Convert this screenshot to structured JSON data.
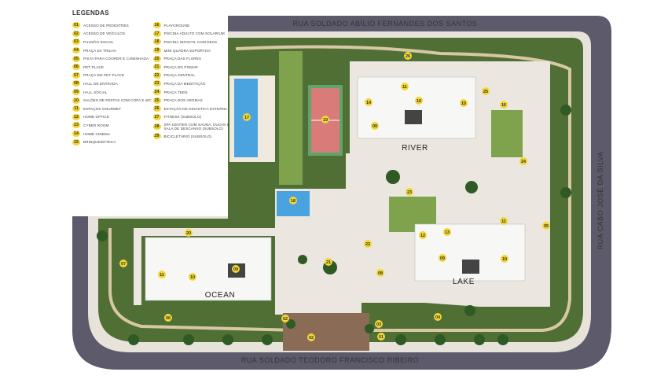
{
  "legend": {
    "title": "LEGENDAS",
    "left": [
      {
        "n": "01",
        "label": "ACESSO DE PEDESTRES"
      },
      {
        "n": "02",
        "label": "ACESSO DE VEÍCULOS"
      },
      {
        "n": "03",
        "label": "PULMÃO SOCIAL"
      },
      {
        "n": "04",
        "label": "PRAÇA DA TRILHA"
      },
      {
        "n": "05",
        "label": "PISTA PARA COOPER E CAMINHADA"
      },
      {
        "n": "06",
        "label": "PET PLACE"
      },
      {
        "n": "07",
        "label": "PRAÇA DO PET PLACE"
      },
      {
        "n": "08",
        "label": "HALL DE ENTRADA"
      },
      {
        "n": "09",
        "label": "HALL SOCIAL"
      },
      {
        "n": "10",
        "label": "SALÕES DE FESTAS COM COPA E WC"
      },
      {
        "n": "11",
        "label": "ESPAÇOS GOURMET"
      },
      {
        "n": "12",
        "label": "HOME OFFICE"
      },
      {
        "n": "13",
        "label": "CYBER ROOM"
      },
      {
        "n": "14",
        "label": "HOME CINEMA"
      },
      {
        "n": "15",
        "label": "BRINQUEDOTECA"
      }
    ],
    "right": [
      {
        "n": "16",
        "label": "PLAYGROUND"
      },
      {
        "n": "17",
        "label": "PISCINA ADULTO COM SOLARIUM"
      },
      {
        "n": "18",
        "label": "PISCINA INFANTIL COM DECK"
      },
      {
        "n": "19",
        "label": "MINI QUADRA ESPORTIVA"
      },
      {
        "n": "20",
        "label": "PRAÇA DAS FLORES"
      },
      {
        "n": "21",
        "label": "PRAÇA DO POMAR"
      },
      {
        "n": "22",
        "label": "PRAÇA CENTRAL"
      },
      {
        "n": "23",
        "label": "PRAÇA DA MEDITAÇÃO"
      },
      {
        "n": "24",
        "label": "PRAÇA TEEN"
      },
      {
        "n": "25",
        "label": "PRAÇA DOS AROMAS"
      },
      {
        "n": "26",
        "label": "ESTAÇÃO DE GINÁSTICA EXTERNA"
      },
      {
        "n": "27",
        "label": "FITNESS (SUBSOLO)"
      },
      {
        "n": "28",
        "label": "SPA CENTER COM SAUNA, DUCHA E SALA DE DESCANSO (SUBSOLO)"
      },
      {
        "n": "29",
        "label": "BICICLETÁRIO (SUBSOLO)"
      }
    ]
  },
  "streets": {
    "top": "RUA SOLDADO ABÍLIO FERNANDES DOS SANTOS",
    "bottom": "RUA SOLDADO TEODORO FRANCISCO RIBEIRO",
    "right": "RUA CABO JOSÉ DA SILVA"
  },
  "buildings": {
    "river": "RIVER",
    "lake": "LAKE",
    "ocean": "OCEAN"
  },
  "markers": {
    "m26": "26",
    "m17": "17",
    "m19": "19",
    "m18": "18",
    "m14": "14",
    "m10a": "10",
    "m09a": "09",
    "m11a": "11",
    "m15": "15",
    "m25": "25",
    "m16": "16",
    "m24": "24",
    "m23": "23",
    "m20": "20",
    "m07": "07",
    "m06": "06",
    "m11b": "11",
    "m10b": "10",
    "m09b": "09",
    "m21": "21",
    "m22": "22",
    "m08": "08",
    "m12": "12",
    "m13": "13",
    "m11c": "11",
    "m09c": "09",
    "m10c": "10",
    "m05": "05",
    "m04": "04",
    "m03": "03",
    "m01": "01",
    "m02a": "02",
    "m02b": "02"
  },
  "colors": {
    "street": "#5d5b6b",
    "sidewalk": "#e7e3db",
    "planting": "#4f6f35",
    "plaza": "#ebe7e0",
    "pool": "#4aa3df",
    "court": "#d97b78",
    "marker": "#f2d633"
  }
}
